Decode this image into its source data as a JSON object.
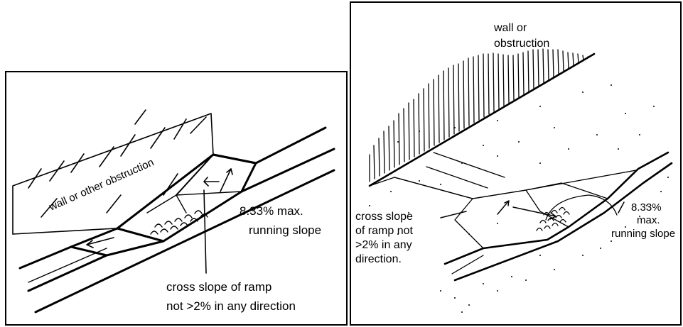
{
  "left_figure": {
    "obstruction_label": "wall or other obstruction",
    "slope_label_line1": "8.33% max.",
    "slope_label_line2": "running slope",
    "cross_slope_line1": "cross slope of ramp",
    "cross_slope_line2": "not >2% in any direction"
  },
  "right_figure": {
    "obstruction_line1": "wall or",
    "obstruction_line2": "obstruction",
    "cross_slope_line1": "cross slope",
    "cross_slope_line2": "of ramp not",
    "cross_slope_line3": ">2% in any",
    "cross_slope_line4": "direction.",
    "slope_line1": "8.33%",
    "slope_line2": "max.",
    "slope_line3": "running slope"
  }
}
